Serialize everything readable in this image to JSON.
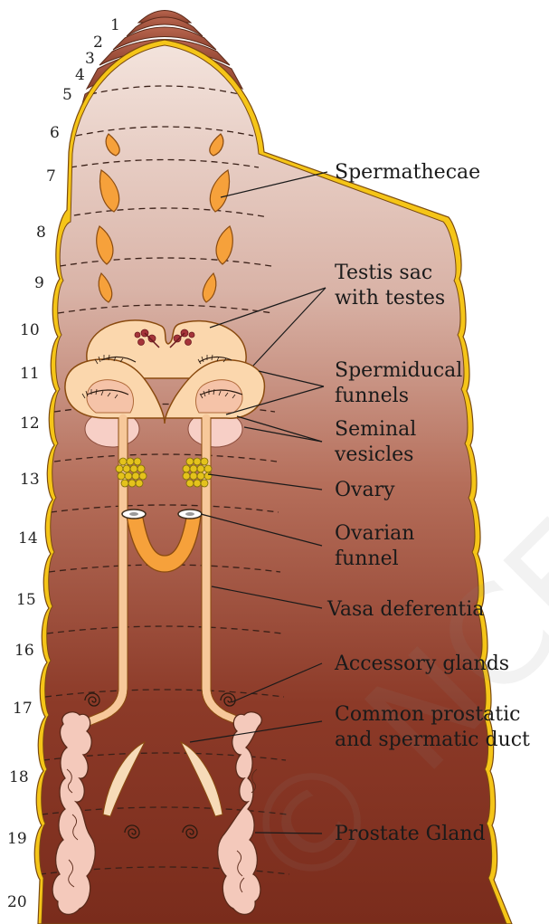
{
  "segments": [
    "1",
    "2",
    "3",
    "4",
    "5",
    "6",
    "7",
    "8",
    "9",
    "10",
    "11",
    "12",
    "13",
    "14",
    "15",
    "16",
    "17",
    "18",
    "19",
    "20"
  ],
  "labels": {
    "spermathecae": "Spermathecae",
    "testis_1": "Testis sac",
    "testis_2": "with testes",
    "spermiducal_1": "Spermiducal",
    "spermiducal_2": "funnels",
    "seminal_1": "Seminal",
    "seminal_2": "vesicles",
    "ovary": "Ovary",
    "ovarian_1": "Ovarian",
    "ovarian_2": "funnel",
    "vasa": "Vasa deferentia",
    "accessory": "Accessory glands",
    "common_1": "Common prostatic",
    "common_2": "and spermatic duct",
    "prostate": "Prostate Gland"
  },
  "watermark": "© NCERT to be republished",
  "colors": {
    "outline_yellow": "#f5c518",
    "body_top": "#f2ddd4",
    "body_bottom": "#7a2e1e",
    "organ_orange": "#f6a13b",
    "testis_sac": "#fbd7ad",
    "seminal_vesicle": "#f7cfc6",
    "ovary_yellow": "#e4c21c",
    "prostate_pink": "#f4c9bb",
    "prostomium": "#a85a44"
  }
}
